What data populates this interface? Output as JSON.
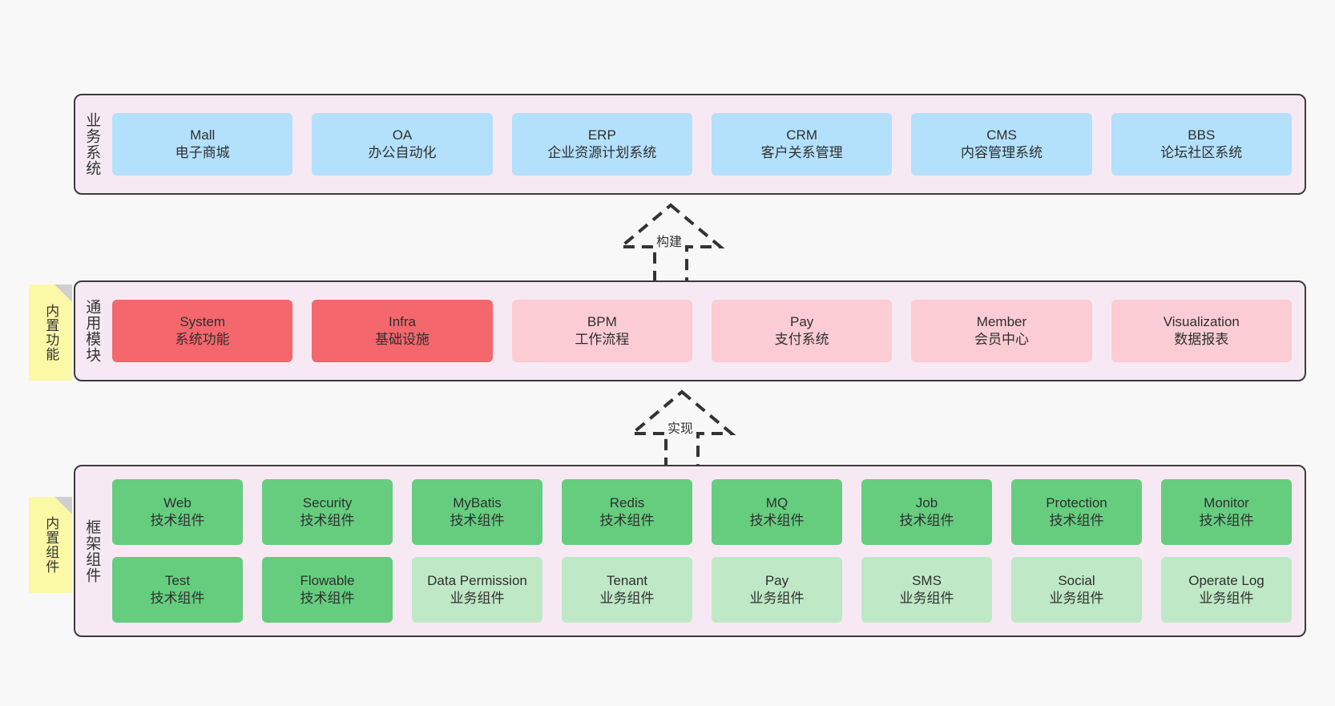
{
  "diagram": {
    "background_color": "#f8f8f8",
    "panel_background": "#f7e9f3",
    "panel_border": "#3b3b3b",
    "layers": [
      {
        "id": "business",
        "title": "业务系统",
        "rows": [
          {
            "nodes": [
              {
                "name": "Mall",
                "sub": "电子商城",
                "color": "#b3e0fb"
              },
              {
                "name": "OA",
                "sub": "办公自动化",
                "color": "#b3e0fb"
              },
              {
                "name": "ERP",
                "sub": "企业资源计划系统",
                "color": "#b3e0fb"
              },
              {
                "name": "CRM",
                "sub": "客户关系管理",
                "color": "#b3e0fb"
              },
              {
                "name": "CMS",
                "sub": "内容管理系统",
                "color": "#b3e0fb"
              },
              {
                "name": "BBS",
                "sub": "论坛社区系统",
                "color": "#b3e0fb"
              }
            ]
          }
        ]
      },
      {
        "id": "modules",
        "title": "通用模块",
        "sticky": "内置功能",
        "rows": [
          {
            "nodes": [
              {
                "name": "System",
                "sub": "系统功能",
                "color": "#f4676d"
              },
              {
                "name": "Infra",
                "sub": "基础设施",
                "color": "#f4676d"
              },
              {
                "name": "BPM",
                "sub": "工作流程",
                "color": "#fbccd3"
              },
              {
                "name": "Pay",
                "sub": "支付系统",
                "color": "#fbccd3"
              },
              {
                "name": "Member",
                "sub": "会员中心",
                "color": "#fbccd3"
              },
              {
                "name": "Visualization",
                "sub": "数据报表",
                "color": "#fbccd3"
              }
            ]
          }
        ]
      },
      {
        "id": "framework",
        "title": "框架组件",
        "sticky": "内置组件",
        "rows": [
          {
            "nodes": [
              {
                "name": "Web",
                "sub": "技术组件",
                "color": "#66cd7f"
              },
              {
                "name": "Security",
                "sub": "技术组件",
                "color": "#66cd7f"
              },
              {
                "name": "MyBatis",
                "sub": "技术组件",
                "color": "#66cd7f"
              },
              {
                "name": "Redis",
                "sub": "技术组件",
                "color": "#66cd7f"
              },
              {
                "name": "MQ",
                "sub": "技术组件",
                "color": "#66cd7f"
              },
              {
                "name": "Job",
                "sub": "技术组件",
                "color": "#66cd7f"
              },
              {
                "name": "Protection",
                "sub": "技术组件",
                "color": "#66cd7f"
              },
              {
                "name": "Monitor",
                "sub": "技术组件",
                "color": "#66cd7f"
              }
            ]
          },
          {
            "nodes": [
              {
                "name": "Test",
                "sub": "技术组件",
                "color": "#66cd7f"
              },
              {
                "name": "Flowable",
                "sub": "技术组件",
                "color": "#66cd7f"
              },
              {
                "name": "Data Permission",
                "sub": "业务组件",
                "color": "#bfe8c6"
              },
              {
                "name": "Tenant",
                "sub": "业务组件",
                "color": "#bfe8c6"
              },
              {
                "name": "Pay",
                "sub": "业务组件",
                "color": "#bfe8c6"
              },
              {
                "name": "SMS",
                "sub": "业务组件",
                "color": "#bfe8c6"
              },
              {
                "name": "Social",
                "sub": "业务组件",
                "color": "#bfe8c6"
              },
              {
                "name": "Operate Log",
                "sub": "业务组件",
                "color": "#bfe8c6"
              }
            ]
          }
        ]
      }
    ],
    "connectors": [
      {
        "id": "build",
        "label": "构建",
        "style": "dashed-hollow-arrow-up",
        "from": "通用模块",
        "to": "业务系统"
      },
      {
        "id": "implement",
        "label": "实现",
        "style": "dashed-hollow-arrow-up",
        "from": "框架组件",
        "to": "通用模块"
      }
    ]
  }
}
